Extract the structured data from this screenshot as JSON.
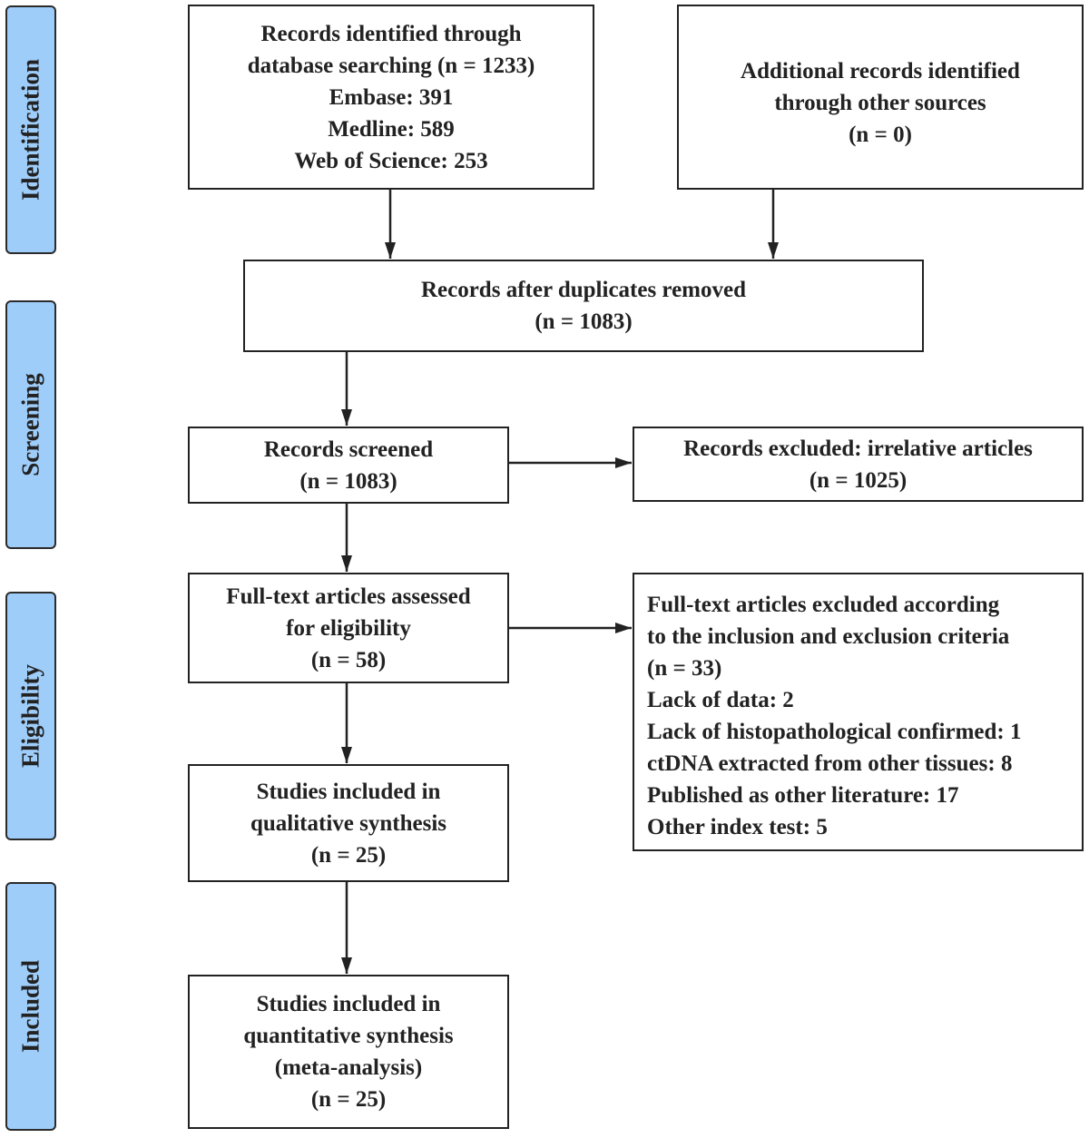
{
  "stages": {
    "identification": "Identification",
    "screening": "Screening",
    "eligibility": "Eligibility",
    "included": "Included"
  },
  "boxes": {
    "identified": [
      "Records identified through",
      "database searching (n = 1233)",
      "Embase: 391",
      "Medline: 589",
      "Web of Science: 253"
    ],
    "additional": [
      "Additional records identified",
      "through other sources",
      "(n = 0)"
    ],
    "dedup": [
      "Records after duplicates removed",
      "(n = 1083)"
    ],
    "screened": [
      "Records screened",
      "(n = 1083)"
    ],
    "excluded_screen": [
      "Records excluded:  irrelative articles",
      "(n = 1025)"
    ],
    "fulltext": [
      "Full-text articles assessed",
      "for eligibility",
      "(n = 58)"
    ],
    "excluded_fulltext": [
      "Full-text articles excluded according",
      "to the inclusion and exclusion criteria",
      "(n = 33)",
      "Lack of data: 2",
      "Lack of histopathological confirmed: 1",
      "ctDNA extracted from other tissues: 8",
      "Published as other literature: 17",
      "Other index test: 5"
    ],
    "qualitative": [
      "Studies included in",
      "qualitative synthesis",
      "(n = 25)"
    ],
    "quantitative": [
      "Studies included in",
      "quantitative synthesis",
      "(meta-analysis)",
      "(n = 25)"
    ]
  },
  "colors": {
    "stage_fill": "#9fcdfa",
    "stroke": "#222222"
  }
}
